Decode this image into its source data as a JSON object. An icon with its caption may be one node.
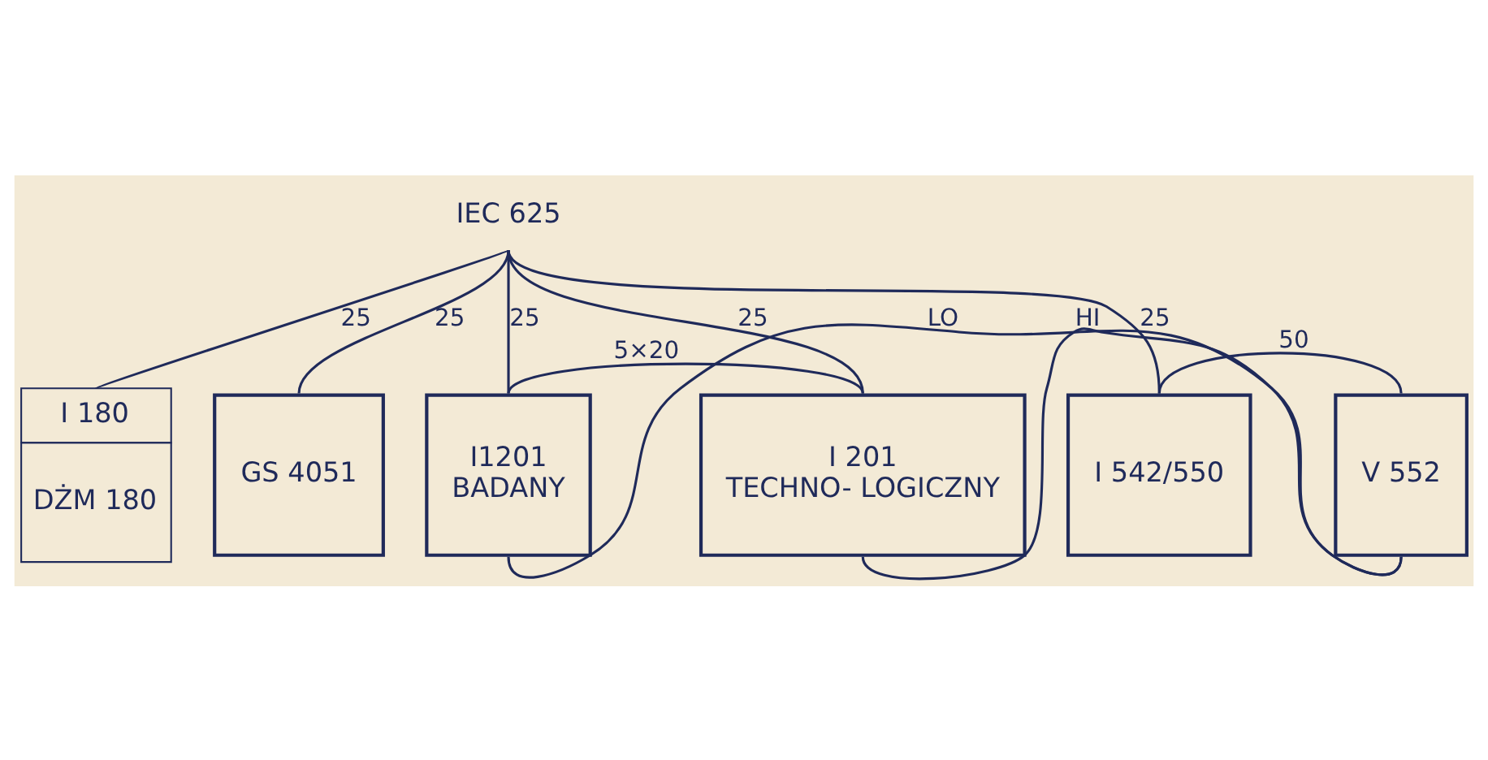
{
  "diagram": {
    "nodes": [
      {
        "text": [
          "IEC 625"
        ]
      },
      {
        "text": [
          "I 180",
          "DŻM 180"
        ]
      },
      {
        "text": [
          "GS 4051"
        ]
      },
      {
        "text": [
          "I1201",
          "BADANY"
        ]
      },
      {
        "text": [
          "I 201",
          "TECHNO- LOGICZNY"
        ]
      },
      {
        "text": [
          "I 542/550"
        ]
      },
      {
        "text": [
          "V 552"
        ]
      }
    ],
    "edges": [
      {
        "from": 0,
        "to": 1,
        "arrow": "none",
        "label": "25"
      },
      {
        "from": 0,
        "to": 2,
        "arrow": "none",
        "label": "25"
      },
      {
        "from": 0,
        "to": 5,
        "arrow": "none",
        "label": "25"
      },
      {
        "from": 0,
        "to": 3,
        "arrow": "none",
        "label": "25"
      },
      {
        "from": 0,
        "to": 4,
        "arrow": "none",
        "label": "25"
      },
      {
        "from": 3,
        "to": 4,
        "arrow": "none",
        "label": "5×20"
      },
      {
        "from": 5,
        "to": 6,
        "arrow": "none",
        "label": "50"
      },
      {
        "from": 4,
        "to": 6,
        "arrow": "none",
        "label": "HI"
      },
      {
        "from": 3,
        "to": 6,
        "arrow": "none",
        "label": "LO"
      }
    ]
  }
}
